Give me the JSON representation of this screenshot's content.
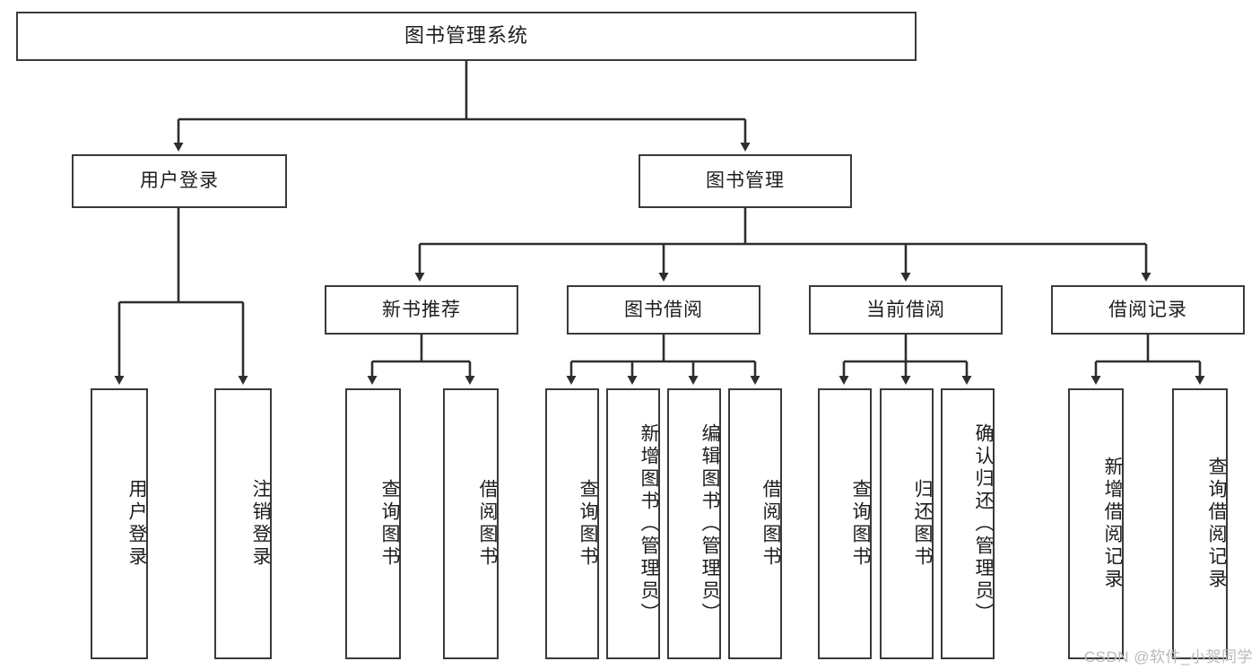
{
  "diagram": {
    "title": "图书管理系统",
    "type": "hierarchy-tree",
    "root": {
      "label": "图书管理系统"
    },
    "level2": [
      {
        "label": "用户登录"
      },
      {
        "label": "图书管理"
      }
    ],
    "level3": [
      {
        "label": "新书推荐"
      },
      {
        "label": "图书借阅"
      },
      {
        "label": "当前借阅"
      },
      {
        "label": "借阅记录"
      }
    ],
    "leaves": [
      {
        "label": "用户登录",
        "parent": "用户登录"
      },
      {
        "label": "注销登录",
        "parent": "用户登录"
      },
      {
        "label": "查询图书",
        "parent": "新书推荐"
      },
      {
        "label": "借阅图书",
        "parent": "新书推荐"
      },
      {
        "label": "查询图书",
        "parent": "图书借阅"
      },
      {
        "label": "新增图书（管理员）",
        "parent": "图书借阅"
      },
      {
        "label": "编辑图书（管理员）",
        "parent": "图书借阅"
      },
      {
        "label": "借阅图书",
        "parent": "图书借阅"
      },
      {
        "label": "查询图书",
        "parent": "当前借阅"
      },
      {
        "label": "归还图书",
        "parent": "当前借阅"
      },
      {
        "label": "确认归还（管理员）",
        "parent": "当前借阅"
      },
      {
        "label": "新增借阅记录",
        "parent": "借阅记录"
      },
      {
        "label": "查询借阅记录",
        "parent": "借阅记录"
      }
    ]
  },
  "watermark": {
    "text": "CSDN @软件_小贺同学"
  },
  "colors": {
    "border": "#3a3a3a",
    "background": "#ffffff",
    "text": "#1d1d1d",
    "watermark": "#b9b9b9"
  }
}
